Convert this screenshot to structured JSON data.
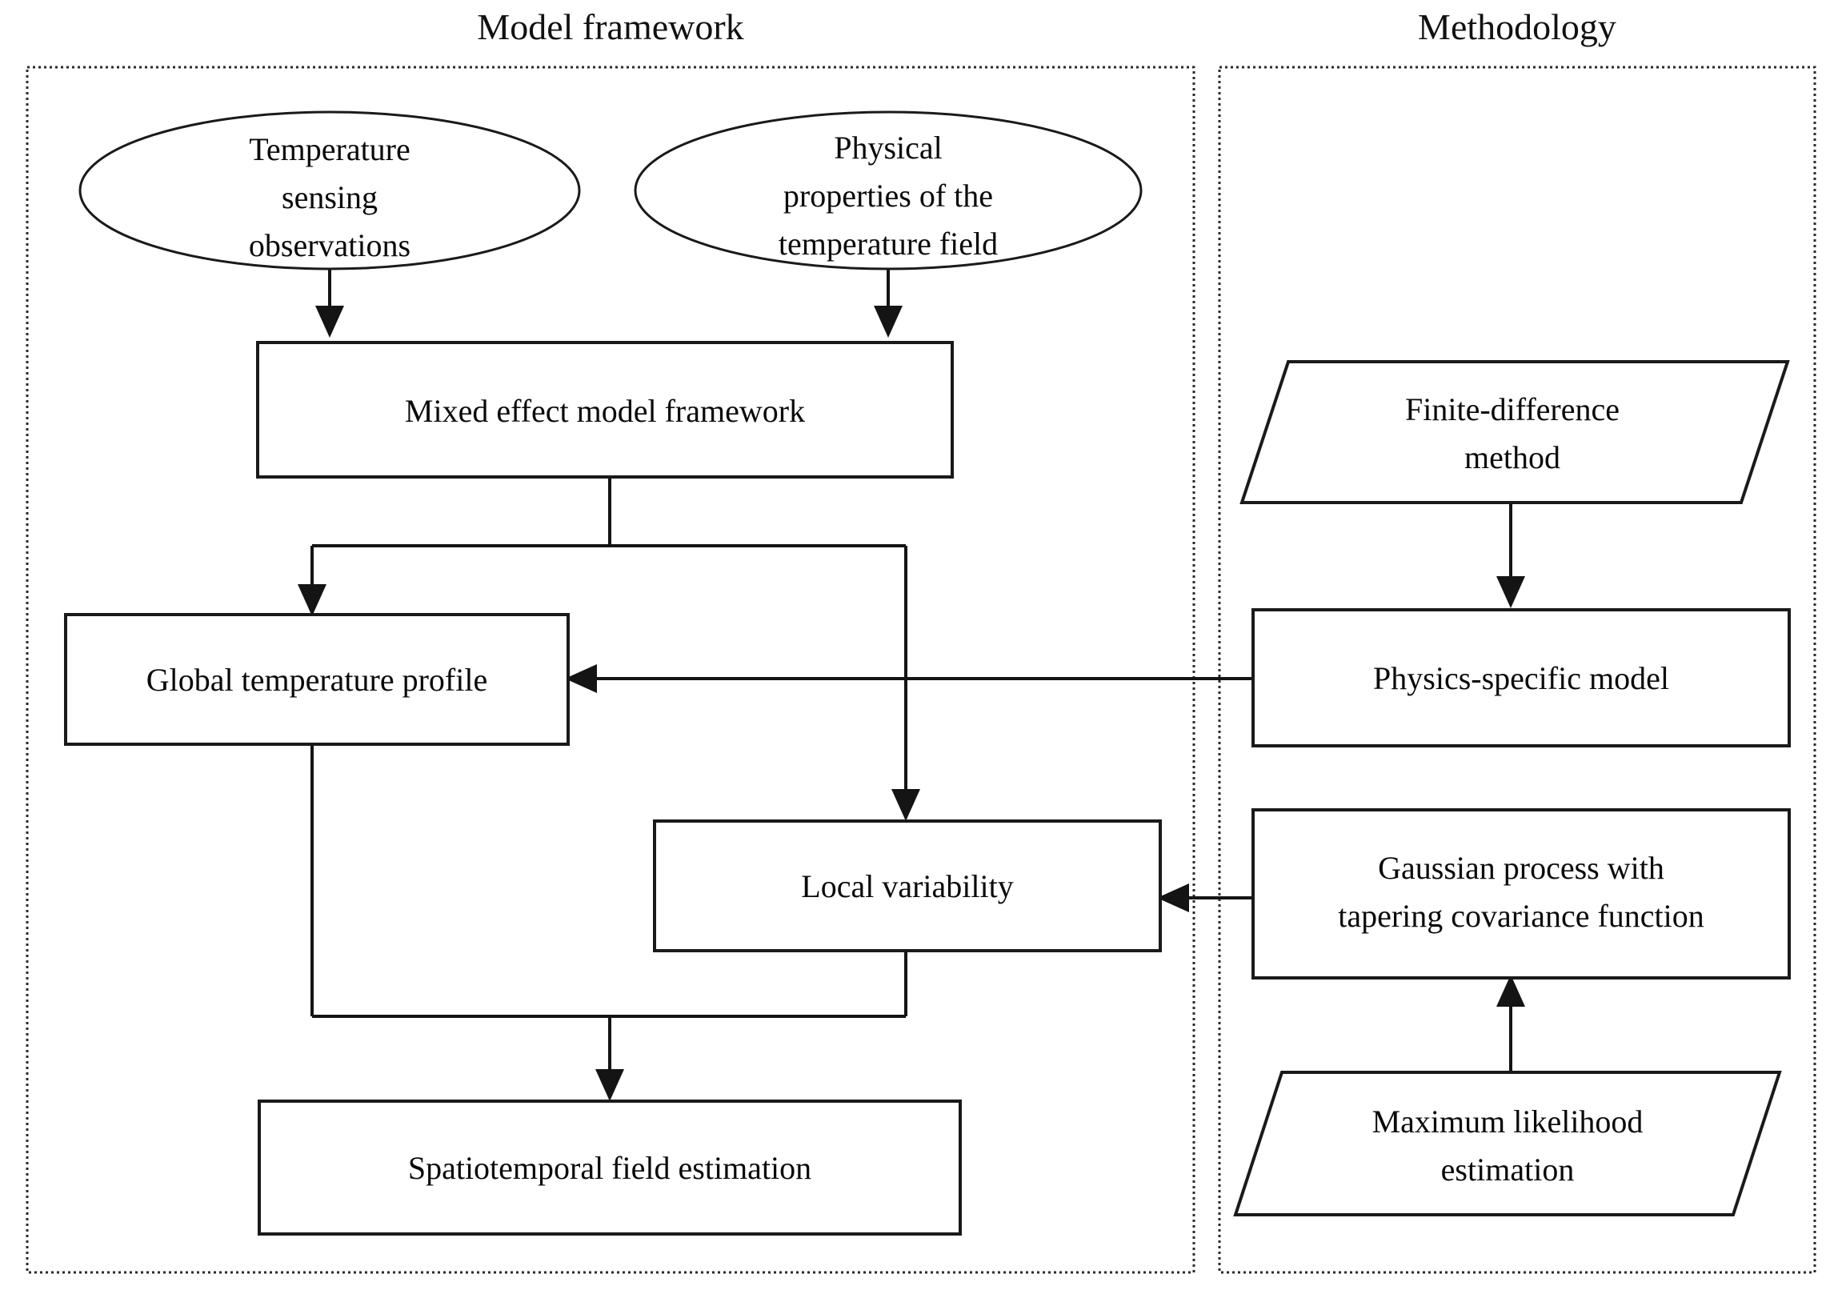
{
  "panels": [
    {
      "id": "model-framework",
      "title": "Model framework"
    },
    {
      "id": "methodology",
      "title": "Methodology"
    }
  ],
  "nodes": {
    "temperature_sensing_observations": {
      "shape": "ellipse",
      "lines": [
        "Temperature",
        "sensing",
        "observations"
      ]
    },
    "physical_properties": {
      "shape": "ellipse",
      "lines": [
        "Physical",
        "properties of the",
        "temperature field"
      ]
    },
    "mixed_effect_model_framework": {
      "shape": "rectangle",
      "lines": [
        "Mixed effect model framework"
      ]
    },
    "global_temperature_profile": {
      "shape": "rectangle",
      "lines": [
        "Global temperature profile"
      ]
    },
    "local_variability": {
      "shape": "rectangle",
      "lines": [
        "Local variability"
      ]
    },
    "spatiotemporal_field_estimation": {
      "shape": "rectangle",
      "lines": [
        "Spatiotemporal field estimation"
      ]
    },
    "finite_difference_method": {
      "shape": "parallelogram",
      "lines": [
        "Finite-difference",
        "method"
      ]
    },
    "physics_specific_model": {
      "shape": "rectangle",
      "lines": [
        "Physics-specific model"
      ]
    },
    "gaussian_process": {
      "shape": "rectangle",
      "lines": [
        "Gaussian process with",
        "tapering covariance function"
      ]
    },
    "maximum_likelihood_estimation": {
      "shape": "parallelogram",
      "lines": [
        "Maximum likelihood",
        "estimation"
      ]
    }
  },
  "edges": [
    {
      "from": "temperature_sensing_observations",
      "to": "mixed_effect_model_framework",
      "arrow": true
    },
    {
      "from": "physical_properties",
      "to": "mixed_effect_model_framework",
      "arrow": true
    },
    {
      "from": "mixed_effect_model_framework",
      "to": "global_temperature_profile",
      "arrow": true
    },
    {
      "from": "mixed_effect_model_framework",
      "to": "local_variability",
      "arrow": true
    },
    {
      "from": "physics_specific_model",
      "to": "global_temperature_profile",
      "arrow": true
    },
    {
      "from": "gaussian_process",
      "to": "local_variability",
      "arrow": true
    },
    {
      "from": "finite_difference_method",
      "to": "physics_specific_model",
      "arrow": true
    },
    {
      "from": "maximum_likelihood_estimation",
      "to": "gaussian_process",
      "arrow": true
    },
    {
      "from": "global_temperature_profile",
      "to": "spatiotemporal_field_estimation",
      "arrow": true
    },
    {
      "from": "local_variability",
      "to": "spatiotemporal_field_estimation",
      "arrow": true
    }
  ],
  "colors": {
    "stroke": "#1a1a1a",
    "background": "#ffffff",
    "text": "#0a0a0a"
  }
}
